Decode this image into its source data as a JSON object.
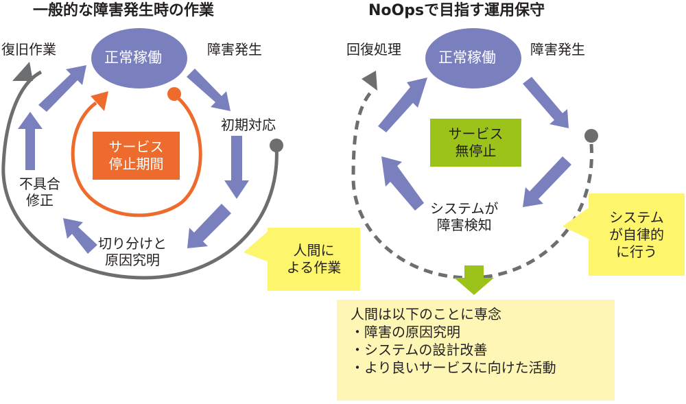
{
  "left": {
    "title": "一般的な障害発生時の作業",
    "center": "正常稼働",
    "steps": [
      "障害発生",
      "初期対応",
      "切り分けと",
      "原因究明",
      "不具合",
      "修正",
      "復旧作業"
    ],
    "inner_box": [
      "サービス",
      "停止期間"
    ],
    "callout": [
      "人間に",
      "よる作業"
    ]
  },
  "right": {
    "title": "NoOpsで目指す運用保守",
    "center": "正常稼働",
    "steps": [
      "障害発生",
      "システムが",
      "障害検知",
      "回復処理"
    ],
    "inner_box": [
      "サービス",
      "無停止"
    ],
    "callout": [
      "システム",
      "が自律的",
      "に行う"
    ]
  },
  "bottom": {
    "heading": "人間は以下のことに専念",
    "items": [
      "・障害の原因究明",
      "・システムの設計改善",
      "・より良いサービスに向けた活動"
    ]
  },
  "colors": {
    "purple": "#7a7fbe",
    "orange": "#ed6b2d",
    "gray": "#6d6e70",
    "green": "#9bc31a",
    "yellow": "#fdf56b",
    "pale_yellow": "#fdf6b4"
  }
}
